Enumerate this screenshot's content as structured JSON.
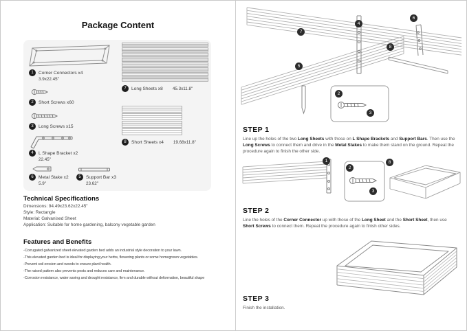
{
  "page": {
    "title": "Package Content"
  },
  "parts": [
    {
      "num": "1",
      "label": "Corner Connectors x4",
      "dim": "3.9x22.45\""
    },
    {
      "num": "2",
      "label": "Short Screws x60"
    },
    {
      "num": "3",
      "label": "Long Screws x15"
    },
    {
      "num": "4",
      "label": "L Shape Bracket x2",
      "dim": "22.45\""
    },
    {
      "num": "6",
      "label": "Metal Stake x2",
      "dim": "5.9\""
    },
    {
      "num": "5",
      "label": "Support Bar x3",
      "dim": "23.62\""
    },
    {
      "num": "7",
      "label": "Long Sheets x8",
      "dim": "45.3x11.8\""
    },
    {
      "num": "8",
      "label": "Short Sheets x4",
      "dim": "19.68x11.8\""
    }
  ],
  "technical": {
    "heading": "Technical Specifications",
    "lines": [
      "Dimensions: 94.49x23.62x22.45\"",
      "Style: Rectangle",
      "Material: Galvanised Sheet",
      "Application: Suitable for home gardening, balcony vegetable garden"
    ]
  },
  "features": {
    "heading": "Features and Benefits",
    "lines": [
      "-Corrugated galvanized sheet elevated garden bed adds an industrial style decoration to your lawn.",
      "-This elevated garden bed is ideal for displaying your herbs, flowering plants or some homegrown vegetables.",
      "-Prevent soil erosion and weeds to ensure plant health.",
      "-The raised pattern also prevents pests and reduces care and maintenance.",
      "-Corrosion resistance, water saving and drought resistance, firm and durable without deformation, beautiful shape"
    ]
  },
  "steps": [
    {
      "title": "STEP 1",
      "callouts": [
        "7",
        "4",
        "6",
        "5",
        "8",
        "2",
        "3"
      ],
      "text": [
        {
          "t": "Line up the holes of the two "
        },
        {
          "t": "Long Sheets",
          "b": true
        },
        {
          "t": " with those on "
        },
        {
          "t": "L Shape Brackets",
          "b": true
        },
        {
          "t": " and "
        },
        {
          "t": "Support Bars",
          "b": true
        },
        {
          "t": ". Then use the "
        },
        {
          "t": "Long Screws",
          "b": true
        },
        {
          "t": " to connect them and drive in the "
        },
        {
          "t": "Metal Stakes",
          "b": true
        },
        {
          "t": " to make them stand on the ground. Repeat the procedure again to finish the other side."
        }
      ]
    },
    {
      "title": "STEP 2",
      "callouts": [
        "1",
        "2",
        "3",
        "8"
      ],
      "text": [
        {
          "t": "Line the holes of the "
        },
        {
          "t": "Corner Connector",
          "b": true
        },
        {
          "t": " up with those of the "
        },
        {
          "t": "Long Sheet",
          "b": true
        },
        {
          "t": " and the "
        },
        {
          "t": "Short Sheet",
          "b": true
        },
        {
          "t": ", then use "
        },
        {
          "t": "Short Screws",
          "b": true
        },
        {
          "t": " to connect them. Repeat the procedure again to finish other sides."
        }
      ]
    },
    {
      "title": "STEP 3",
      "callouts": [],
      "text": [
        {
          "t": "Finish the installation."
        }
      ]
    }
  ]
}
